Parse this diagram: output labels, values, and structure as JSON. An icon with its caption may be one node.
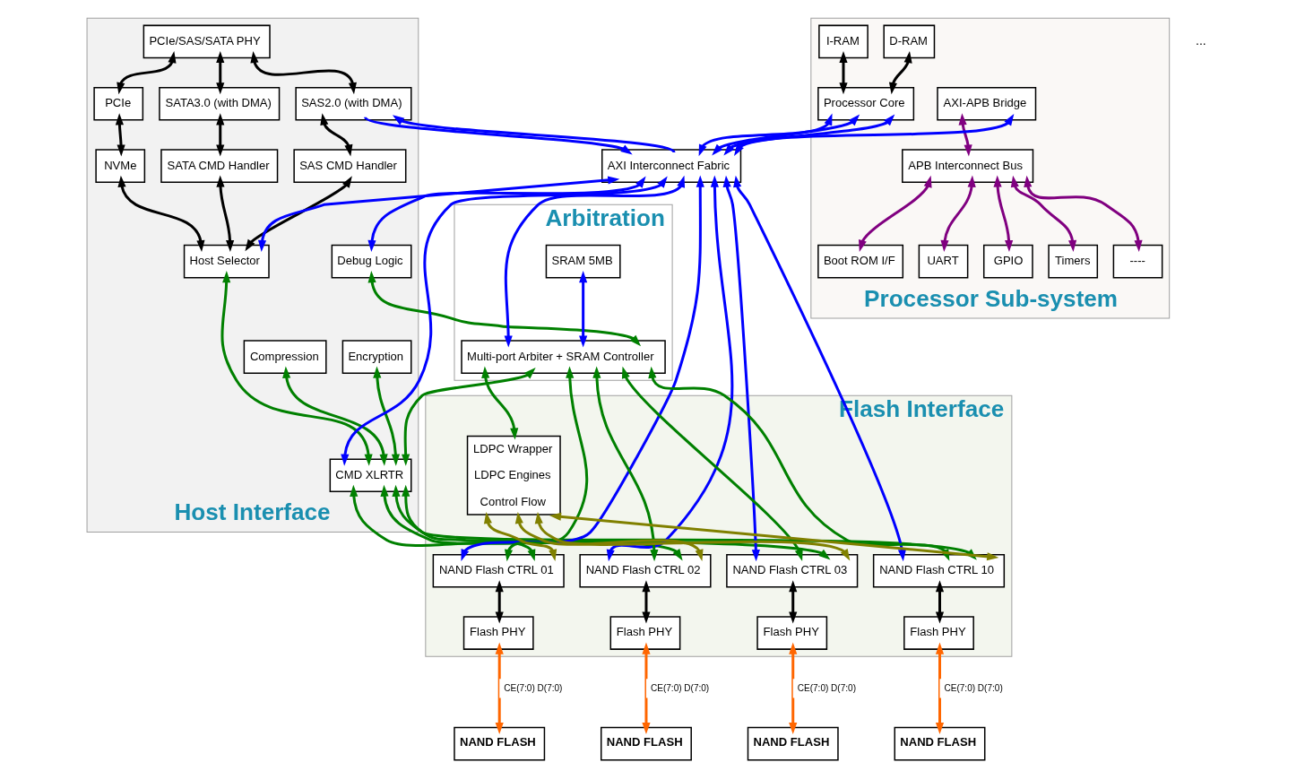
{
  "diagram": {
    "nodes": [
      {
        "text": [
          "Host Interface"
        ]
      },
      {
        "text": [
          "PCIe/SAS/SATA PHY"
        ],
        "in": 0
      },
      {
        "text": [
          "PCIe"
        ],
        "in": 0
      },
      {
        "text": [
          "SATA3.0 (with DMA)"
        ],
        "in": 0
      },
      {
        "text": [
          "SAS2.0 (with DMA)"
        ],
        "in": 0
      },
      {
        "text": [
          "NVMe"
        ],
        "in": 0
      },
      {
        "text": [
          "SATA CMD Handler"
        ],
        "in": 0
      },
      {
        "text": [
          "SAS CMD Handler"
        ],
        "in": 0
      },
      {
        "text": [
          "Host Selector"
        ],
        "in": 0
      },
      {
        "text": [
          "Debug Logic"
        ],
        "in": 0
      },
      {
        "text": [
          "Compression"
        ],
        "in": 0
      },
      {
        "text": [
          "Encryption"
        ],
        "in": 0
      },
      {
        "text": [
          "CMD XLRTR"
        ],
        "in": 0
      },
      {
        "text": [
          "Processor Sub-system"
        ]
      },
      {
        "text": [
          "I-RAM"
        ],
        "in": 13
      },
      {
        "text": [
          "D-RAM"
        ],
        "in": 13
      },
      {
        "text": [
          "Boot ROM I/F"
        ],
        "in": 13
      },
      {
        "text": [
          "UART"
        ],
        "in": 13
      },
      {
        "text": [
          "GPIO"
        ],
        "in": 13
      },
      {
        "text": [
          "Timers"
        ],
        "in": 13
      },
      {
        "text": [
          "----"
        ],
        "in": 13
      },
      {
        "text": [
          "Processor Core"
        ],
        "in": 13
      },
      {
        "text": [
          "AXI-APB Bridge"
        ],
        "in": 13
      },
      {
        "text": [
          "APB Interconnect Bus"
        ],
        "in": 13
      },
      {
        "text": [
          "AXI Interconnect Fabric"
        ]
      },
      {
        "text": [
          "Arbitration"
        ]
      },
      {
        "text": [
          "SRAM 5MB"
        ],
        "in": 25
      },
      {
        "text": [
          "Multi-port Arbiter + SRAM Controller"
        ],
        "in": 25
      },
      {
        "text": [
          "Flash Interface"
        ]
      },
      {
        "text": [
          "LDPC Wrapper",
          "LDPC Engines",
          "Control Flow"
        ],
        "in": 28
      },
      {
        "text": [
          "NAND Flash CTRL 01"
        ],
        "in": 28
      },
      {
        "text": [
          "NAND Flash CTRL 02"
        ],
        "in": 28
      },
      {
        "text": [
          "NAND Flash CTRL 03"
        ],
        "in": 28
      },
      {
        "text": [
          "NAND Flash CTRL 10"
        ],
        "in": 28
      },
      {
        "text": [
          "Flash PHY"
        ],
        "in": 28
      },
      {
        "text": [
          "Flash PHY"
        ],
        "in": 28
      },
      {
        "text": [
          "Flash PHY"
        ],
        "in": 28
      },
      {
        "text": [
          "Flash PHY"
        ],
        "in": 28
      },
      {
        "text": [
          "NAND FLASH"
        ]
      },
      {
        "text": [
          "NAND FLASH"
        ]
      },
      {
        "text": [
          "NAND FLASH"
        ]
      },
      {
        "text": [
          "NAND FLASH"
        ]
      }
    ],
    "edges": [
      {
        "from": 1,
        "to": 2,
        "arrow": "both"
      },
      {
        "from": 1,
        "to": 3,
        "arrow": "both"
      },
      {
        "from": 1,
        "to": 4,
        "arrow": "both"
      },
      {
        "from": 2,
        "to": 5,
        "arrow": "both"
      },
      {
        "from": 3,
        "to": 6,
        "arrow": "both"
      },
      {
        "from": 4,
        "to": 7,
        "arrow": "both"
      },
      {
        "from": 5,
        "to": 8,
        "arrow": "both"
      },
      {
        "from": 6,
        "to": 8,
        "arrow": "both"
      },
      {
        "from": 7,
        "to": 8,
        "arrow": "both"
      },
      {
        "from": 4,
        "to": 24,
        "arrow": "to",
        "color": "#0000ff"
      },
      {
        "from": 24,
        "to": 4,
        "arrow": "to",
        "color": "#0000ff"
      },
      {
        "from": 24,
        "to": 8,
        "arrow": "both",
        "color": "#0000ff"
      },
      {
        "from": 24,
        "to": 9,
        "arrow": "both",
        "color": "#0000ff"
      },
      {
        "from": 24,
        "to": 12,
        "arrow": "both",
        "color": "#0000ff"
      },
      {
        "from": 8,
        "to": 12,
        "arrow": "both",
        "color": "#008000"
      },
      {
        "from": 10,
        "to": 12,
        "arrow": "both",
        "color": "#008000"
      },
      {
        "from": 11,
        "to": 12,
        "arrow": "both",
        "color": "#008000"
      },
      {
        "from": 14,
        "to": 21,
        "arrow": "both"
      },
      {
        "from": 15,
        "to": 21,
        "arrow": "both"
      },
      {
        "from": 23,
        "to": 16,
        "arrow": "both",
        "color": "#800080"
      },
      {
        "from": 23,
        "to": 17,
        "arrow": "both",
        "color": "#800080"
      },
      {
        "from": 23,
        "to": 18,
        "arrow": "both",
        "color": "#800080"
      },
      {
        "from": 23,
        "to": 19,
        "arrow": "both",
        "color": "#800080"
      },
      {
        "from": 23,
        "to": 20,
        "arrow": "both",
        "color": "#800080"
      },
      {
        "from": 22,
        "to": 23,
        "arrow": "both",
        "color": "#800080"
      },
      {
        "from": 21,
        "to": 24,
        "arrow": "both",
        "color": "#0000ff"
      },
      {
        "from": 21,
        "to": 24,
        "arrow": "both",
        "color": "#0000ff"
      },
      {
        "from": 21,
        "to": 24,
        "arrow": "both",
        "color": "#0000ff"
      },
      {
        "from": 22,
        "to": 24,
        "arrow": "both",
        "color": "#0000ff"
      },
      {
        "from": 24,
        "to": 27,
        "arrow": "both",
        "color": "#0000ff"
      },
      {
        "from": 24,
        "to": 30,
        "arrow": "both",
        "color": "#0000ff"
      },
      {
        "from": 24,
        "to": 31,
        "arrow": "both",
        "color": "#0000ff"
      },
      {
        "from": 24,
        "to": 32,
        "arrow": "both",
        "color": "#0000ff"
      },
      {
        "from": 24,
        "to": 33,
        "arrow": "both",
        "color": "#0000ff"
      },
      {
        "from": 26,
        "to": 27,
        "arrow": "both",
        "color": "#0000ff"
      },
      {
        "from": 9,
        "to": 27,
        "arrow": "both",
        "color": "#008000"
      },
      {
        "from": 27,
        "to": 29,
        "arrow": "both",
        "color": "#008000"
      },
      {
        "from": 27,
        "to": 12,
        "arrow": "both",
        "color": "#008000"
      },
      {
        "from": 27,
        "to": 30,
        "arrow": "both",
        "color": "#008000"
      },
      {
        "from": 27,
        "to": 31,
        "arrow": "both",
        "color": "#008000"
      },
      {
        "from": 27,
        "to": 32,
        "arrow": "both",
        "color": "#008000"
      },
      {
        "from": 27,
        "to": 33,
        "arrow": "both",
        "color": "#008000"
      },
      {
        "from": 12,
        "to": 30,
        "arrow": "both",
        "color": "#008000"
      },
      {
        "from": 12,
        "to": 31,
        "arrow": "both",
        "color": "#008000"
      },
      {
        "from": 12,
        "to": 32,
        "arrow": "both",
        "color": "#008000"
      },
      {
        "from": 12,
        "to": 33,
        "arrow": "both",
        "color": "#008000"
      },
      {
        "from": 29,
        "to": 30,
        "arrow": "both",
        "color": "#808000"
      },
      {
        "from": 29,
        "to": 31,
        "arrow": "both",
        "color": "#808000"
      },
      {
        "from": 29,
        "to": 32,
        "arrow": "both",
        "color": "#808000"
      },
      {
        "from": 29,
        "to": 33,
        "arrow": "both",
        "color": "#808000"
      },
      {
        "from": 30,
        "to": 34,
        "arrow": "both"
      },
      {
        "from": 31,
        "to": 35,
        "arrow": "both"
      },
      {
        "from": 32,
        "to": 36,
        "arrow": "both"
      },
      {
        "from": 33,
        "to": 37,
        "arrow": "both"
      },
      {
        "from": 34,
        "to": 38,
        "arrow": "both",
        "label": "CE(7:0) D(7:0)",
        "color": "#ff6600"
      },
      {
        "from": 35,
        "to": 39,
        "arrow": "both",
        "label": "CE(7:0) D(7:0)",
        "color": "#ff6600"
      },
      {
        "from": 36,
        "to": 40,
        "arrow": "both",
        "label": "CE(7:0) D(7:0)",
        "color": "#ff6600"
      },
      {
        "from": 37,
        "to": 41,
        "arrow": "both",
        "label": "CE(7:0) D(7:0)",
        "color": "#ff6600"
      }
    ],
    "labels": [
      "..."
    ]
  }
}
